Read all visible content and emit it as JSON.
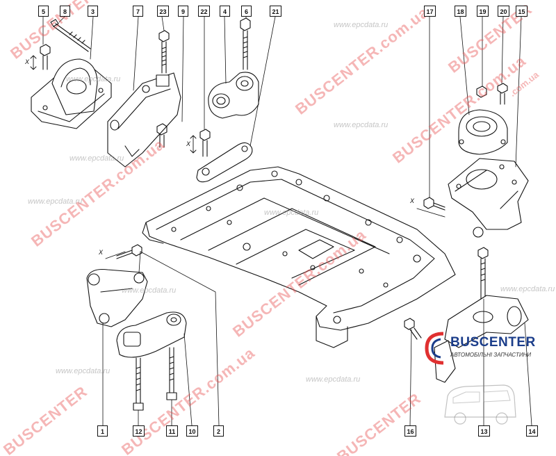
{
  "callouts": [
    {
      "num": "5",
      "color": "#111111"
    },
    {
      "num": "8",
      "color": "#111111"
    },
    {
      "num": "3",
      "color": "#111111"
    },
    {
      "num": "7",
      "color": "#111111"
    },
    {
      "num": "23",
      "color": "#111111"
    },
    {
      "num": "9",
      "color": "#111111"
    },
    {
      "num": "22",
      "color": "#111111"
    },
    {
      "num": "4",
      "color": "#111111"
    },
    {
      "num": "6",
      "color": "#111111"
    },
    {
      "num": "21",
      "color": "#111111"
    },
    {
      "num": "17",
      "color": "#111111"
    },
    {
      "num": "18",
      "color": "#111111"
    },
    {
      "num": "19",
      "color": "#111111"
    },
    {
      "num": "20",
      "color": "#111111"
    },
    {
      "num": "15",
      "color": "#111111"
    },
    {
      "num": "1",
      "color": "#111111"
    },
    {
      "num": "12",
      "color": "#111111"
    },
    {
      "num": "11",
      "color": "#111111"
    },
    {
      "num": "10",
      "color": "#111111"
    },
    {
      "num": "2",
      "color": "#111111"
    },
    {
      "num": "16",
      "color": "#111111"
    },
    {
      "num": "13",
      "color": "#111111"
    },
    {
      "num": "14",
      "color": "#111111"
    }
  ],
  "dimension_labels": [
    "X",
    "X",
    "X",
    "X"
  ],
  "watermarks": {
    "brand": "BUSCENTER",
    "brand_domain": "BUSCENTER.com.ua",
    "domain_short": ".com.ua",
    "site": "www.epcdata.ru"
  },
  "logo": {
    "title": "BUSCENTER",
    "subtitle": "АВТОМОБІЛЬНІ ЗАПЧАСТИНИ",
    "title_color": "#1b3d8a",
    "accent_color": "#e03030",
    "icon": "bus-logo-icon"
  },
  "colors": {
    "line": "#111111",
    "watermark_red": "#e65050",
    "watermark_gray": "#969696"
  }
}
